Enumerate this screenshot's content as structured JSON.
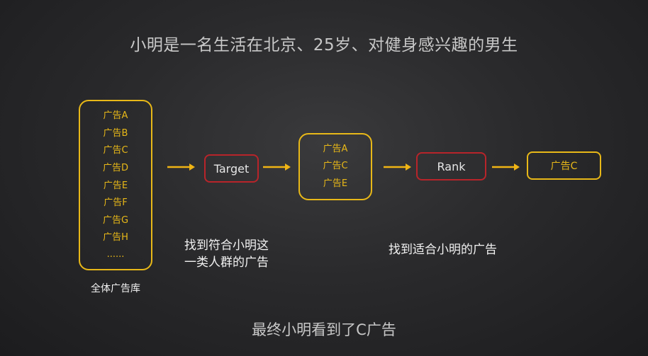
{
  "title": "小明是一名生活在北京、25岁、对健身感兴趣的男生",
  "library": {
    "ads": [
      "广告A",
      "广告B",
      "广告C",
      "广告D",
      "广告E",
      "广告F",
      "广告G",
      "广告H"
    ],
    "more": "......",
    "label": "全体广告库"
  },
  "target": {
    "label": "Target",
    "caption_line1": "找到符合小明这",
    "caption_line2": "一类人群的广告"
  },
  "candidates": {
    "ads": [
      "广告A",
      "广告C",
      "广告E"
    ]
  },
  "rank": {
    "label": "Rank",
    "caption": "找到适合小明的广告"
  },
  "result": {
    "label": "广告C"
  },
  "conclusion": "最终小明看到了C广告",
  "colors": {
    "gold": "#e8b818",
    "red": "#b8242a",
    "arrow": "#f0b414"
  }
}
